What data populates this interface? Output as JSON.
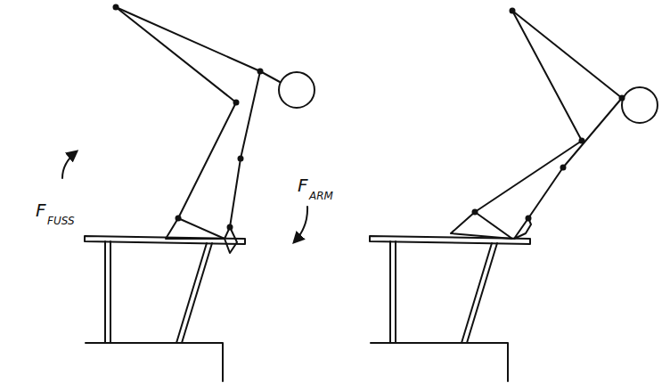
{
  "diagram": {
    "labels": [
      "F",
      "FUSS",
      "F",
      "ARM"
    ]
  }
}
